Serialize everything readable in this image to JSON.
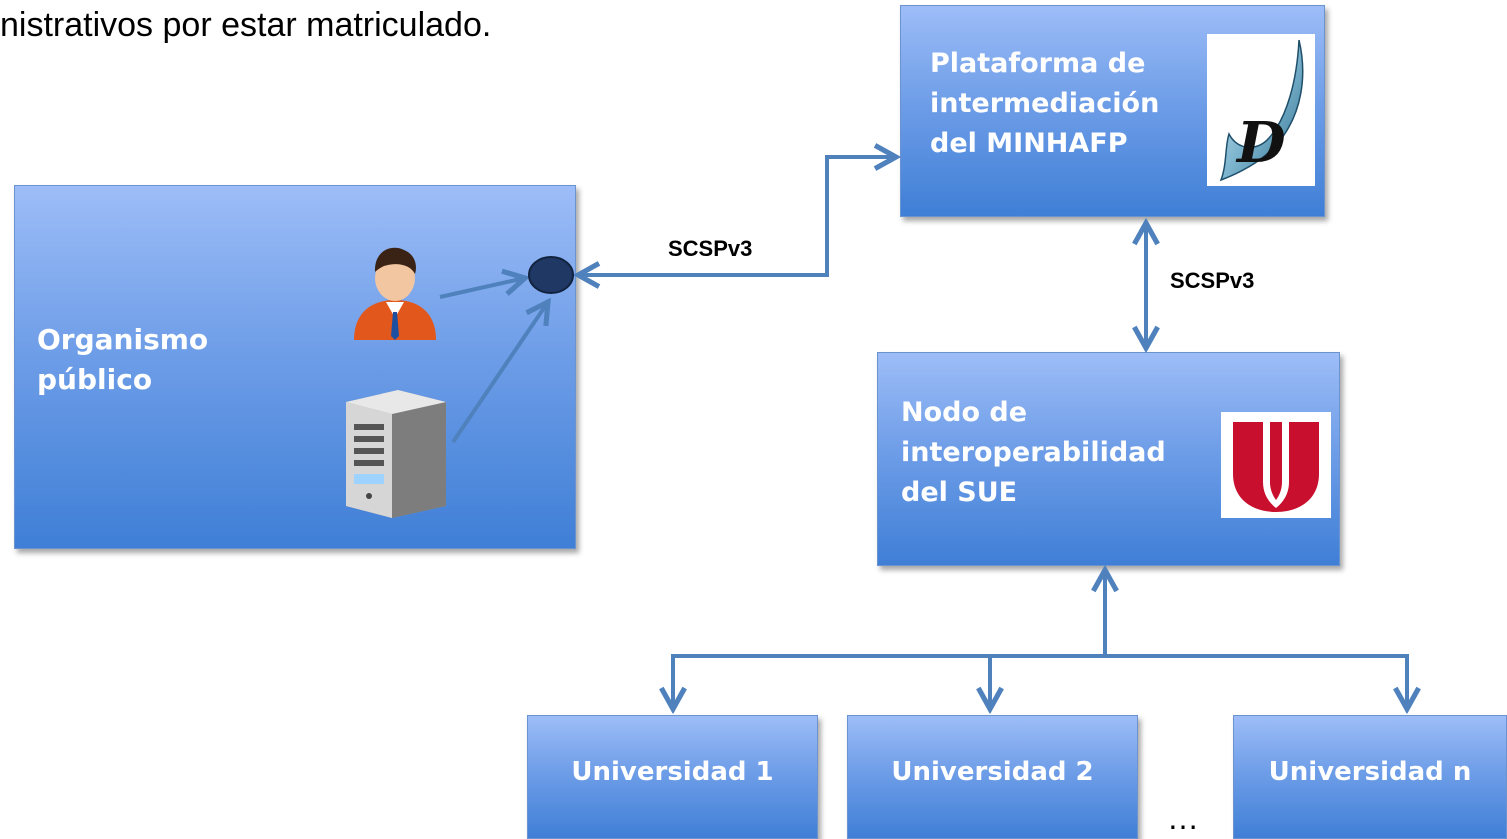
{
  "intro_text": "nistrativos por estar matriculado.",
  "nodes": {
    "organismo": {
      "lines": [
        "Organismo",
        "público"
      ]
    },
    "plataforma": {
      "lines": [
        "Plataforma de",
        "intermediación",
        "del MINHAFP"
      ]
    },
    "nodo": {
      "lines": [
        "Nodo de",
        "interoperabilidad",
        "del SUE"
      ]
    },
    "universidades": [
      "Universidad 1",
      "Universidad 2",
      "Universidad n"
    ]
  },
  "protocols": {
    "organismo_to_plataforma": "SCSPv3",
    "plataforma_to_nodo": "SCSPv3"
  },
  "ellipsis": "…",
  "colors": {
    "box_top": "#9dbdf7",
    "box_bottom": "#3f7fd6",
    "connector": "#4f81bd",
    "endpoint": "#1f3864",
    "sue_logo_red": "#c8102e"
  },
  "icons": [
    "user-icon",
    "server-icon",
    "intermediation-logo-icon",
    "sue-logo-icon"
  ]
}
